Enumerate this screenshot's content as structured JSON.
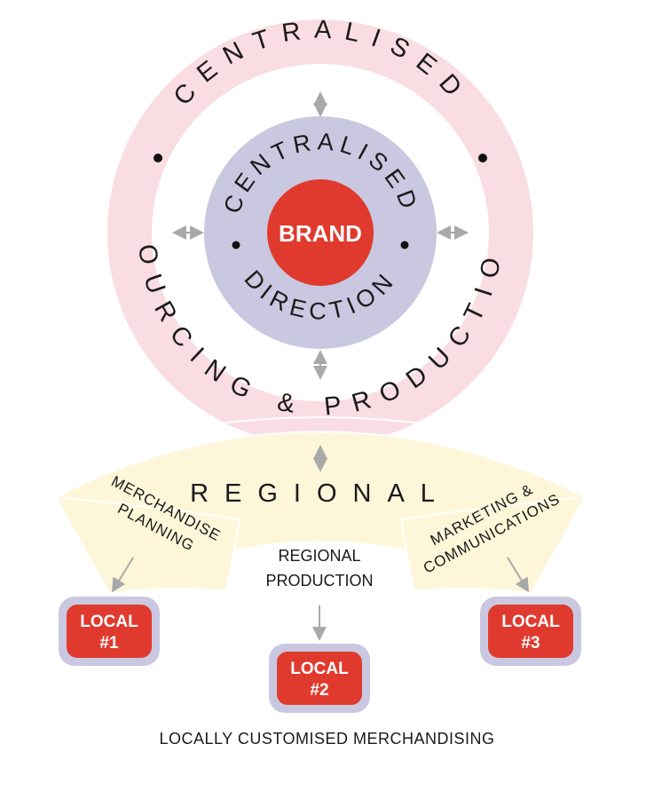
{
  "outer_ring": {
    "top_label": "CENTRALISED",
    "bottom_label": "SOURCING & PRODUCTION"
  },
  "inner_ring": {
    "top_label": "CENTRALISED",
    "bottom_label": "DIRECTION"
  },
  "core": {
    "label": "BRAND"
  },
  "regional": {
    "title": "REGIONAL",
    "segments": [
      {
        "lines": [
          "MERCHANDISE",
          "PLANNING"
        ]
      },
      {
        "lines": [
          "REGIONAL",
          "PRODUCTION"
        ]
      },
      {
        "lines": [
          "MARKETING &",
          "COMMUNICATIONS"
        ]
      }
    ]
  },
  "locals": [
    {
      "line1": "LOCAL",
      "line2": "#1"
    },
    {
      "line1": "LOCAL",
      "line2": "#2"
    },
    {
      "line1": "LOCAL",
      "line2": "#3"
    }
  ],
  "footer": {
    "caption": "LOCALLY CUSTOMISED MERCHANDISING"
  },
  "colors": {
    "outer_ring": "#f9dde3",
    "inner_circle": "#c9c8e0",
    "brand": "#e03a2e",
    "regional_band": "#fdf6d8",
    "local_border": "#c9c8e0",
    "arrow": "#a9a9a9"
  }
}
